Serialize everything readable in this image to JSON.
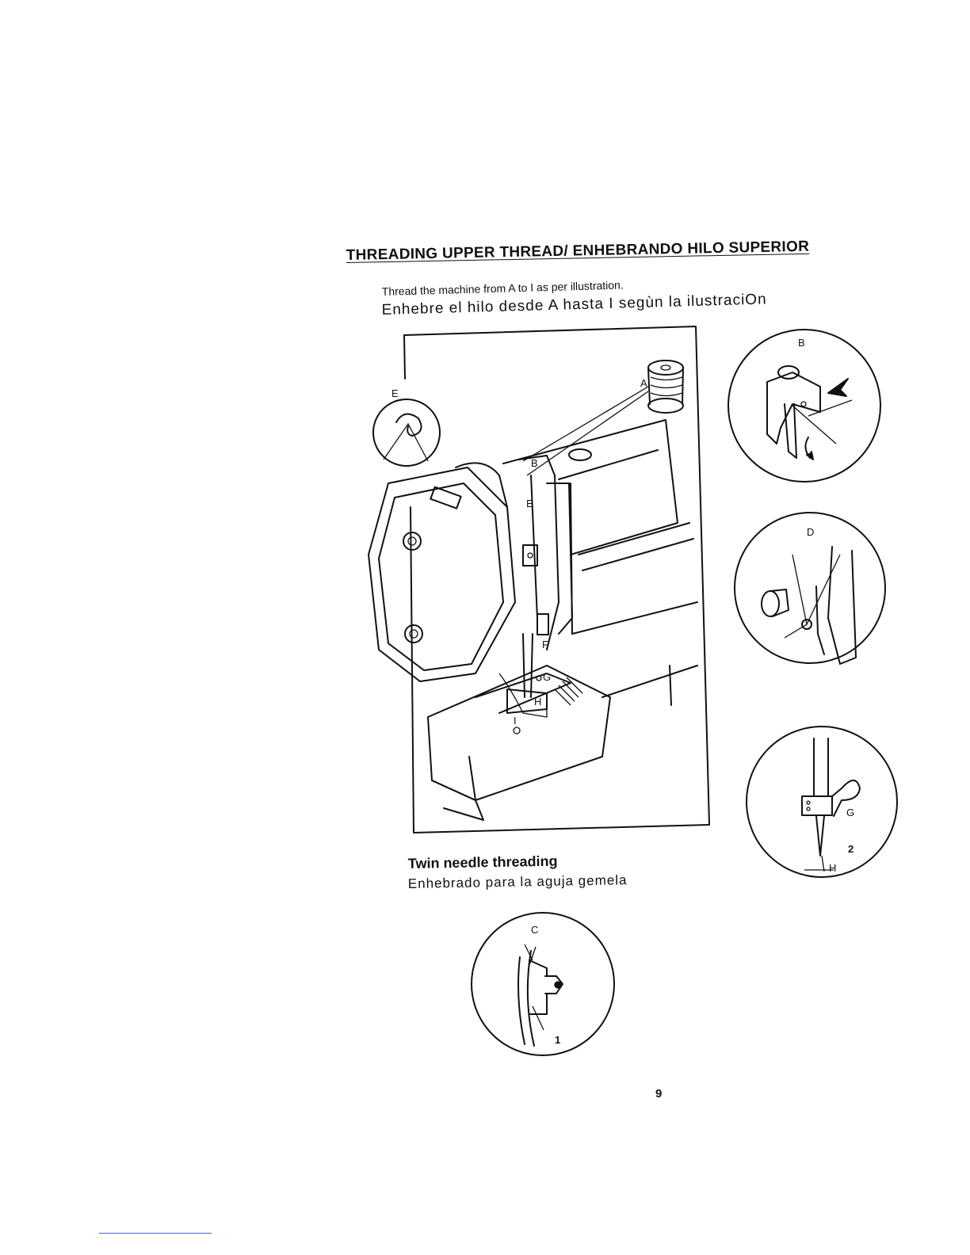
{
  "page": {
    "title": "THREADING UPPER THREAD/ ENHEBRANDO HILO SUPERIOR",
    "intro_en": "Thread the machine from A to I as per illustration.",
    "intro_es": "Enhebre el hilo desde A hasta I segùn la ilustraciOn",
    "twin_en": "Twin needle threading",
    "twin_es": "Enhebrado para la aguja gemela",
    "page_number": "9"
  },
  "figure_labels": {
    "main_A": "A",
    "main_B": "B",
    "main_E": "E",
    "main_F": "F",
    "main_G": "G",
    "main_H": "H",
    "main_I": "I",
    "inset_E": "E",
    "circle_B": "B",
    "circle_D": "D",
    "circle_G": "G",
    "circle_H": "H",
    "circle_num_2": "2",
    "circle_C": "C",
    "circle_num_1": "1"
  },
  "colors": {
    "ink": "#111111",
    "paper": "#ffffff",
    "link_line": "#4466cc"
  }
}
